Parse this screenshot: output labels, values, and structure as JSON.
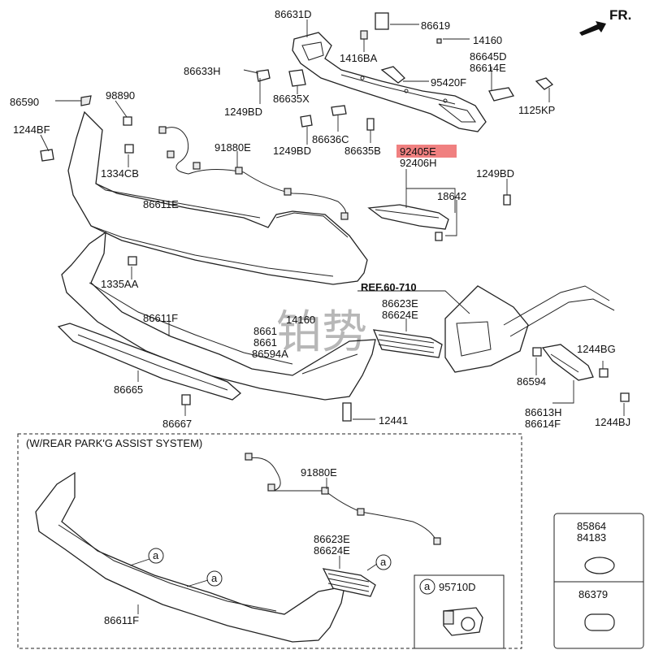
{
  "direction": "FR.",
  "watermark": "铂势",
  "highlight_color": "#f08080",
  "labels": {
    "p86631D": "86631D",
    "p86619": "86619",
    "p14160": "14160",
    "p1416BA": "1416BA",
    "p86645D": "86645D",
    "p86614E": "86614E",
    "p86633H": "86633H",
    "p95420F": "95420F",
    "p86590": "86590",
    "p98890": "98890",
    "p1249BD_a": "1249BD",
    "p86635X": "86635X",
    "p1125KP": "1125KP",
    "p1244BF": "1244BF",
    "p86636C": "86636C",
    "p91880E_a": "91880E",
    "p1249BD_b": "1249BD",
    "p86635B": "86635B",
    "p92405E": "92405E",
    "p92406H": "92406H",
    "p1334CB": "1334CB",
    "p1249BD_c": "1249BD",
    "p18642": "18642",
    "p86611E": "86611E",
    "p1335AA": "1335AA",
    "ref": "REF.60-710",
    "p86623E_a": "86623E",
    "p86624E_a": "86624E",
    "p14160b": "14160",
    "p86611F_a": "86611F",
    "p8661x": "8661",
    "p8661y": "8661",
    "p86594A": "86594A",
    "p1244BG": "1244BG",
    "p86594": "86594",
    "p86665": "86665",
    "p86613H": "86613H",
    "p86614F": "86614F",
    "p1244BJ": "1244BJ",
    "p86667": "86667",
    "p12441": "12441",
    "section_title": "(W/REAR PARK'G ASSIST SYSTEM)",
    "p91880E_b": "91880E",
    "p86623E_b": "86623E",
    "p86624E_b": "86624E",
    "callout_a": "a",
    "p86611F_b": "86611F",
    "p95710D": "95710D",
    "p85864": "85864",
    "p84183": "84183",
    "p86379": "86379"
  }
}
